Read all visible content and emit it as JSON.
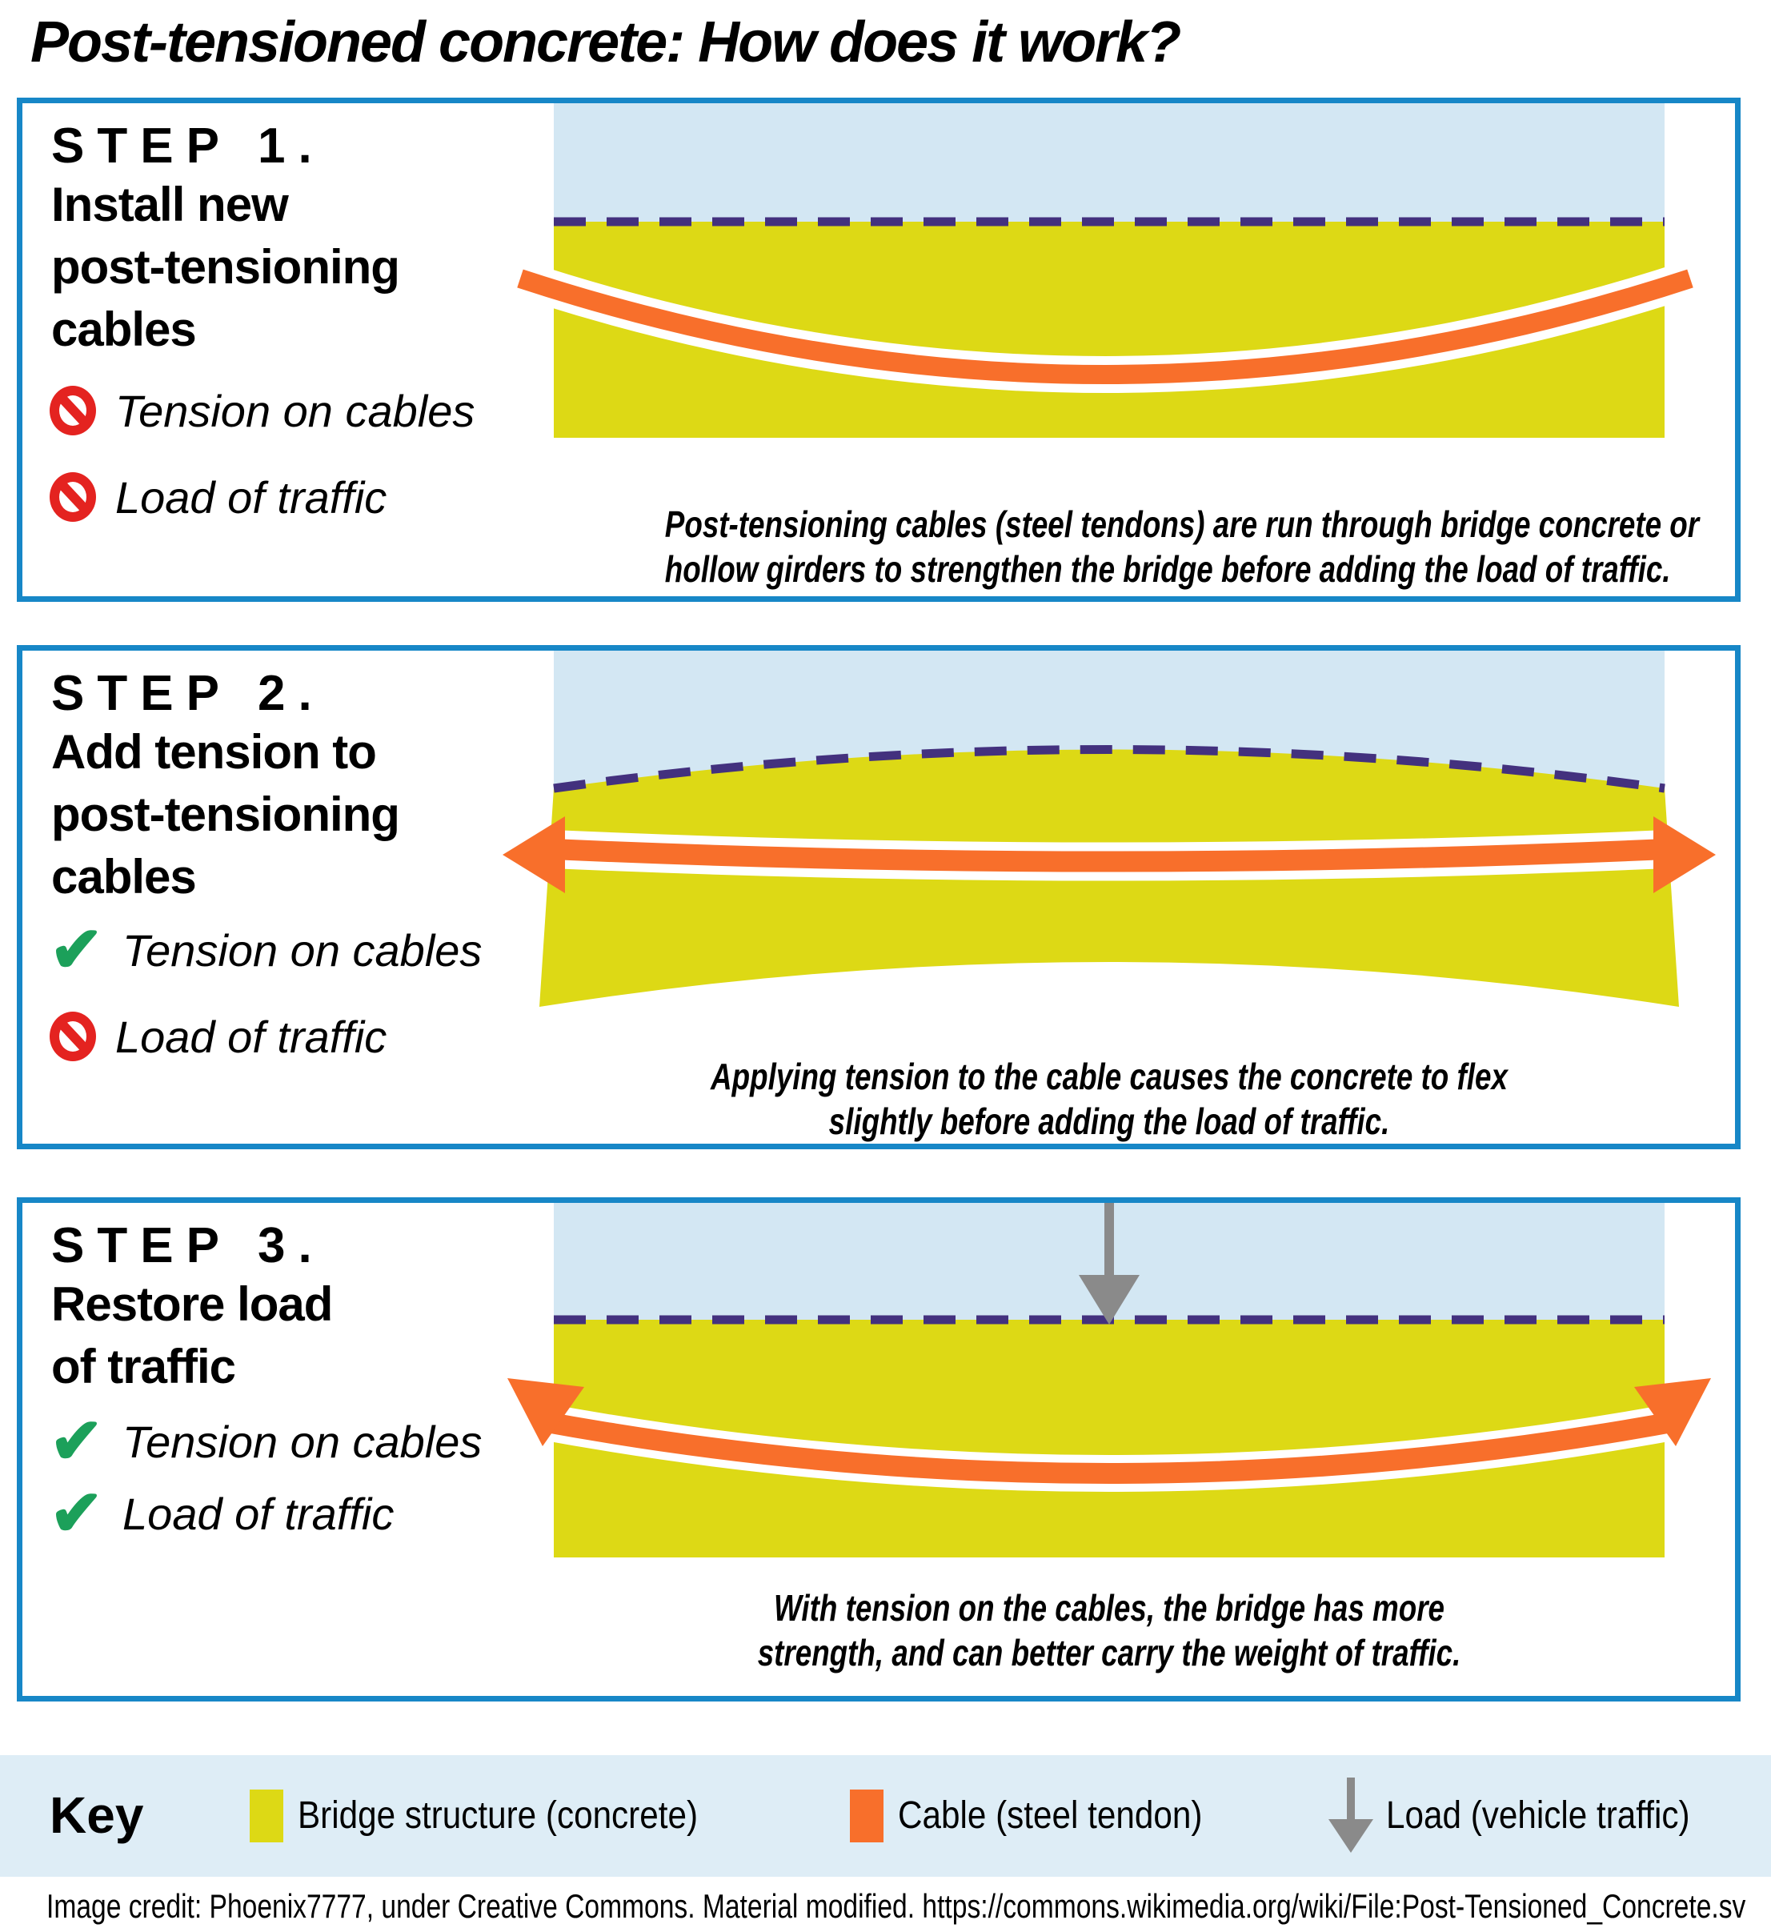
{
  "title": "Post-tensioned concrete: How does it work?",
  "icons": {
    "check": "✔",
    "no": "circle-slash (css shape)",
    "load_arrow": "gray down arrow (svg shape)"
  },
  "colors": {
    "box_border": "#1787c7",
    "sky_blue": "#d3e7f3",
    "concrete_yellow": "#ddd915",
    "cable_orange": "#f86f2b",
    "deck_dash_purple": "#43317e",
    "load_gray": "#8a8a8a",
    "check_green": "#1ca05a",
    "no_red": "#e42320",
    "key_band_blue": "#deedf6"
  },
  "steps": [
    {
      "heading": "STEP 1.",
      "sub": [
        "Install new",
        "post-tensioning",
        "cables"
      ],
      "bullets": [
        {
          "icon": "no",
          "label": "Tension on cables"
        },
        {
          "icon": "no",
          "label": "Load of traffic"
        }
      ],
      "caption": [
        "Post-tensioning cables (steel tendons) are run through bridge concrete or",
        "hollow girders to strengthen the bridge before adding the load of traffic."
      ]
    },
    {
      "heading": "STEP 2.",
      "sub": [
        "Add tension to",
        "post-tensioning",
        "cables"
      ],
      "bullets": [
        {
          "icon": "check",
          "label": "Tension on cables"
        },
        {
          "icon": "no",
          "label": "Load of traffic"
        }
      ],
      "caption": [
        "Applying tension to the cable causes the concrete to flex",
        "slightly before adding the load of traffic."
      ]
    },
    {
      "heading": "STEP 3.",
      "sub": [
        "Restore load",
        "of traffic"
      ],
      "bullets": [
        {
          "icon": "check",
          "label": "Tension on cables"
        },
        {
          "icon": "check",
          "label": "Load of traffic"
        }
      ],
      "caption": [
        "With tension on the cables, the bridge has more",
        "strength, and can better carry the weight of traffic."
      ]
    }
  ],
  "key": {
    "title": "Key",
    "items": [
      {
        "swatch": "concrete-yellow",
        "label": "Bridge structure (concrete)"
      },
      {
        "swatch": "cable-orange",
        "label": "Cable (steel tendon)"
      },
      {
        "swatch": "load-arrow",
        "label": "Load (vehicle traffic)"
      }
    ]
  },
  "credit": "Image credit: Phoenix7777, under Creative Commons. Material modified. https://commons.wikimedia.org/wiki/File:Post-Tensioned_Concrete.sv"
}
